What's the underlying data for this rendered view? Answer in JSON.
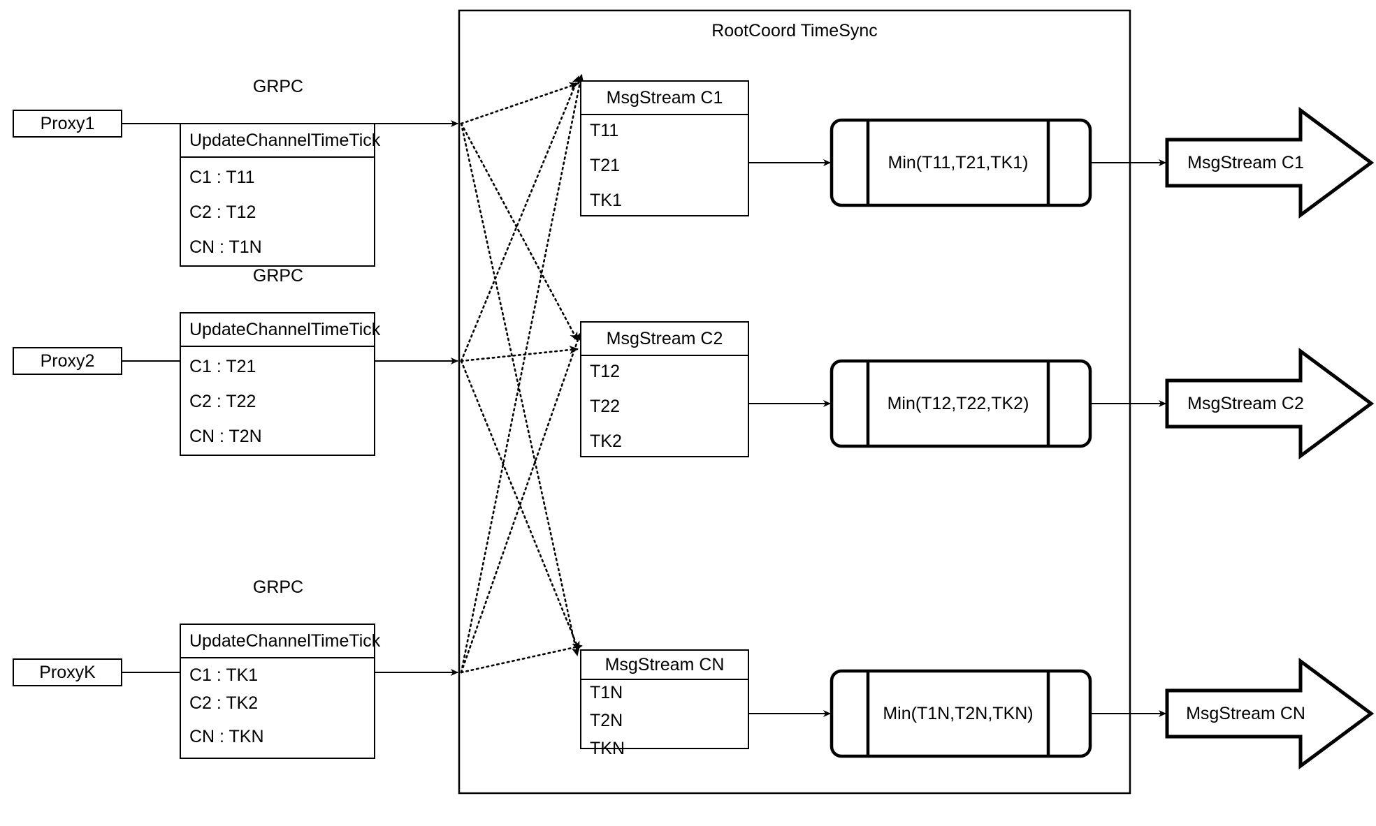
{
  "diagram": {
    "container": {
      "title": "RootCoord TimeSync"
    },
    "rows": [
      {
        "proxy_label": "Proxy1",
        "link_label": "GRPC",
        "rpc_title": "UpdateChannelTimeTick",
        "rpc_entries": [
          "C1 :  T11",
          "C2 :  T12",
          "CN : T1N"
        ],
        "msgstream_title": "MsgStream C1",
        "msgstream_entries": [
          "T11",
          "T21",
          "TK1"
        ],
        "min_label": "Min(T11,T21,TK1)",
        "output_label": "MsgStream C1"
      },
      {
        "proxy_label": "Proxy2",
        "link_label": "GRPC",
        "rpc_title": "UpdateChannelTimeTick",
        "rpc_entries": [
          "C1 :  T21",
          "C2 :  T22",
          "CN : T2N"
        ],
        "msgstream_title": "MsgStream C2",
        "msgstream_entries": [
          "T12",
          "T22",
          "TK2"
        ],
        "min_label": "Min(T12,T22,TK2)",
        "output_label": "MsgStream C2"
      },
      {
        "proxy_label": "ProxyK",
        "link_label": "GRPC",
        "rpc_title": "UpdateChannelTimeTick",
        "rpc_entries": [
          "C1 :  TK1",
          "C2 :  TK2",
          "CN : TKN"
        ],
        "msgstream_title": "MsgStream CN",
        "msgstream_entries": [
          "T1N",
          "T2N",
          "TKN"
        ],
        "min_label": "Min(T1N,T2N,TKN)",
        "output_label": "MsgStream CN"
      }
    ],
    "colors": {
      "stroke": "#000000",
      "fill": "#ffffff"
    }
  }
}
